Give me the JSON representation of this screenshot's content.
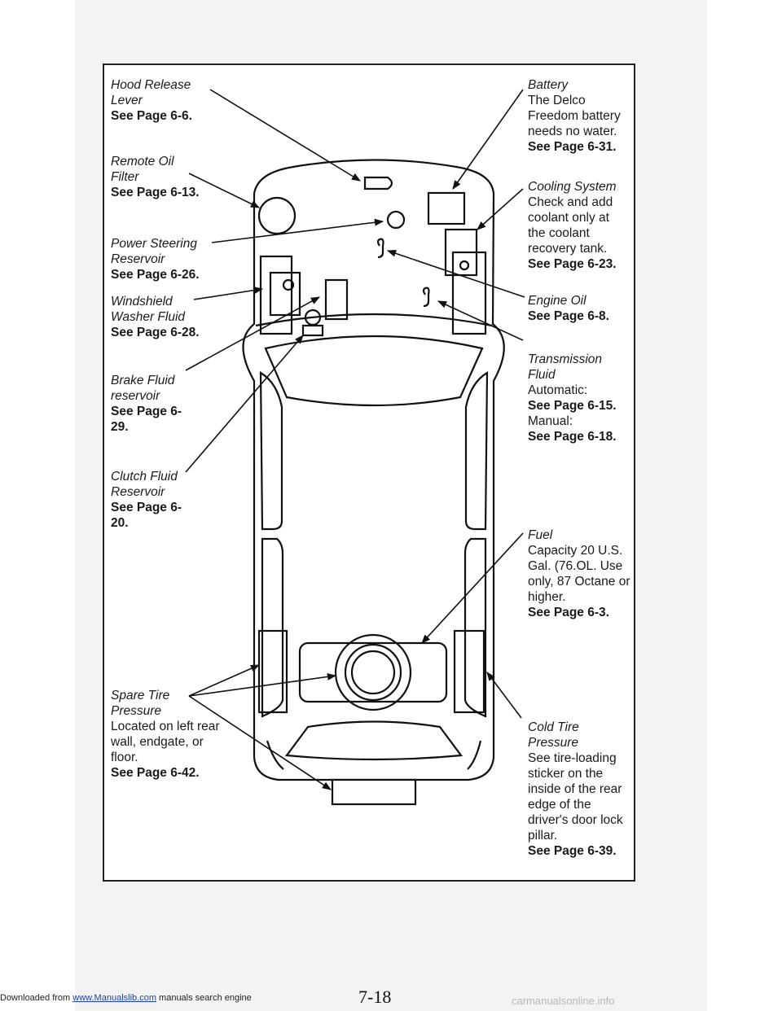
{
  "labels": {
    "hood": {
      "title": "Hood Release Lever",
      "page": "See Page 6-6."
    },
    "oil_filter": {
      "title": "Remote Oil Filter",
      "page": "See Page 6-13."
    },
    "steering": {
      "title": "Power Steering Reservoir",
      "page": "See Page 6-26."
    },
    "washer": {
      "title": "Windshield Washer Fluid",
      "page": "See Page 6-28."
    },
    "brake": {
      "title": "Brake Fluid reservoir",
      "page": "See Page 6-29."
    },
    "clutch": {
      "title": "Clutch Fluid Reservoir",
      "page": "See Page 6-20."
    },
    "spare": {
      "title": "Spare Tire Pressure",
      "desc": "Located on left rear wall, endgate, or floor.",
      "page": "See Page 6-42."
    },
    "battery": {
      "title": "Battery",
      "desc": "The Delco Freedom battery needs no water.",
      "page": "See Page 6-31."
    },
    "cooling": {
      "title": "Cooling System",
      "desc": "Check and add coolant only at the coolant recovery tank.",
      "page": "See Page 6-23."
    },
    "engine_oil": {
      "title": "Engine Oil",
      "page": "See Page 6-8."
    },
    "transmission": {
      "title": "Transmission Fluid",
      "auto": "Automatic:",
      "auto_page": "See Page 6-15.",
      "manual": "Manual:",
      "manual_page": "See Page 6-18."
    },
    "fuel": {
      "title": "Fuel",
      "desc": "Capacity 20 U.S. Gal. (76.OL. Use only, 87 Octane or higher.",
      "page": "See Page 6-3."
    },
    "cold_tire": {
      "title": "Cold Tire Pressure",
      "desc": "See tire-loading sticker on the inside of the rear edge of the driver's door lock pillar.",
      "page": "See Page 6-39."
    }
  },
  "page_number": "7-18",
  "footer": {
    "prefix": "Downloaded from ",
    "link": "www.Manualslib.com",
    "suffix": " manuals search engine"
  },
  "watermark": "carmanualsonline.info"
}
